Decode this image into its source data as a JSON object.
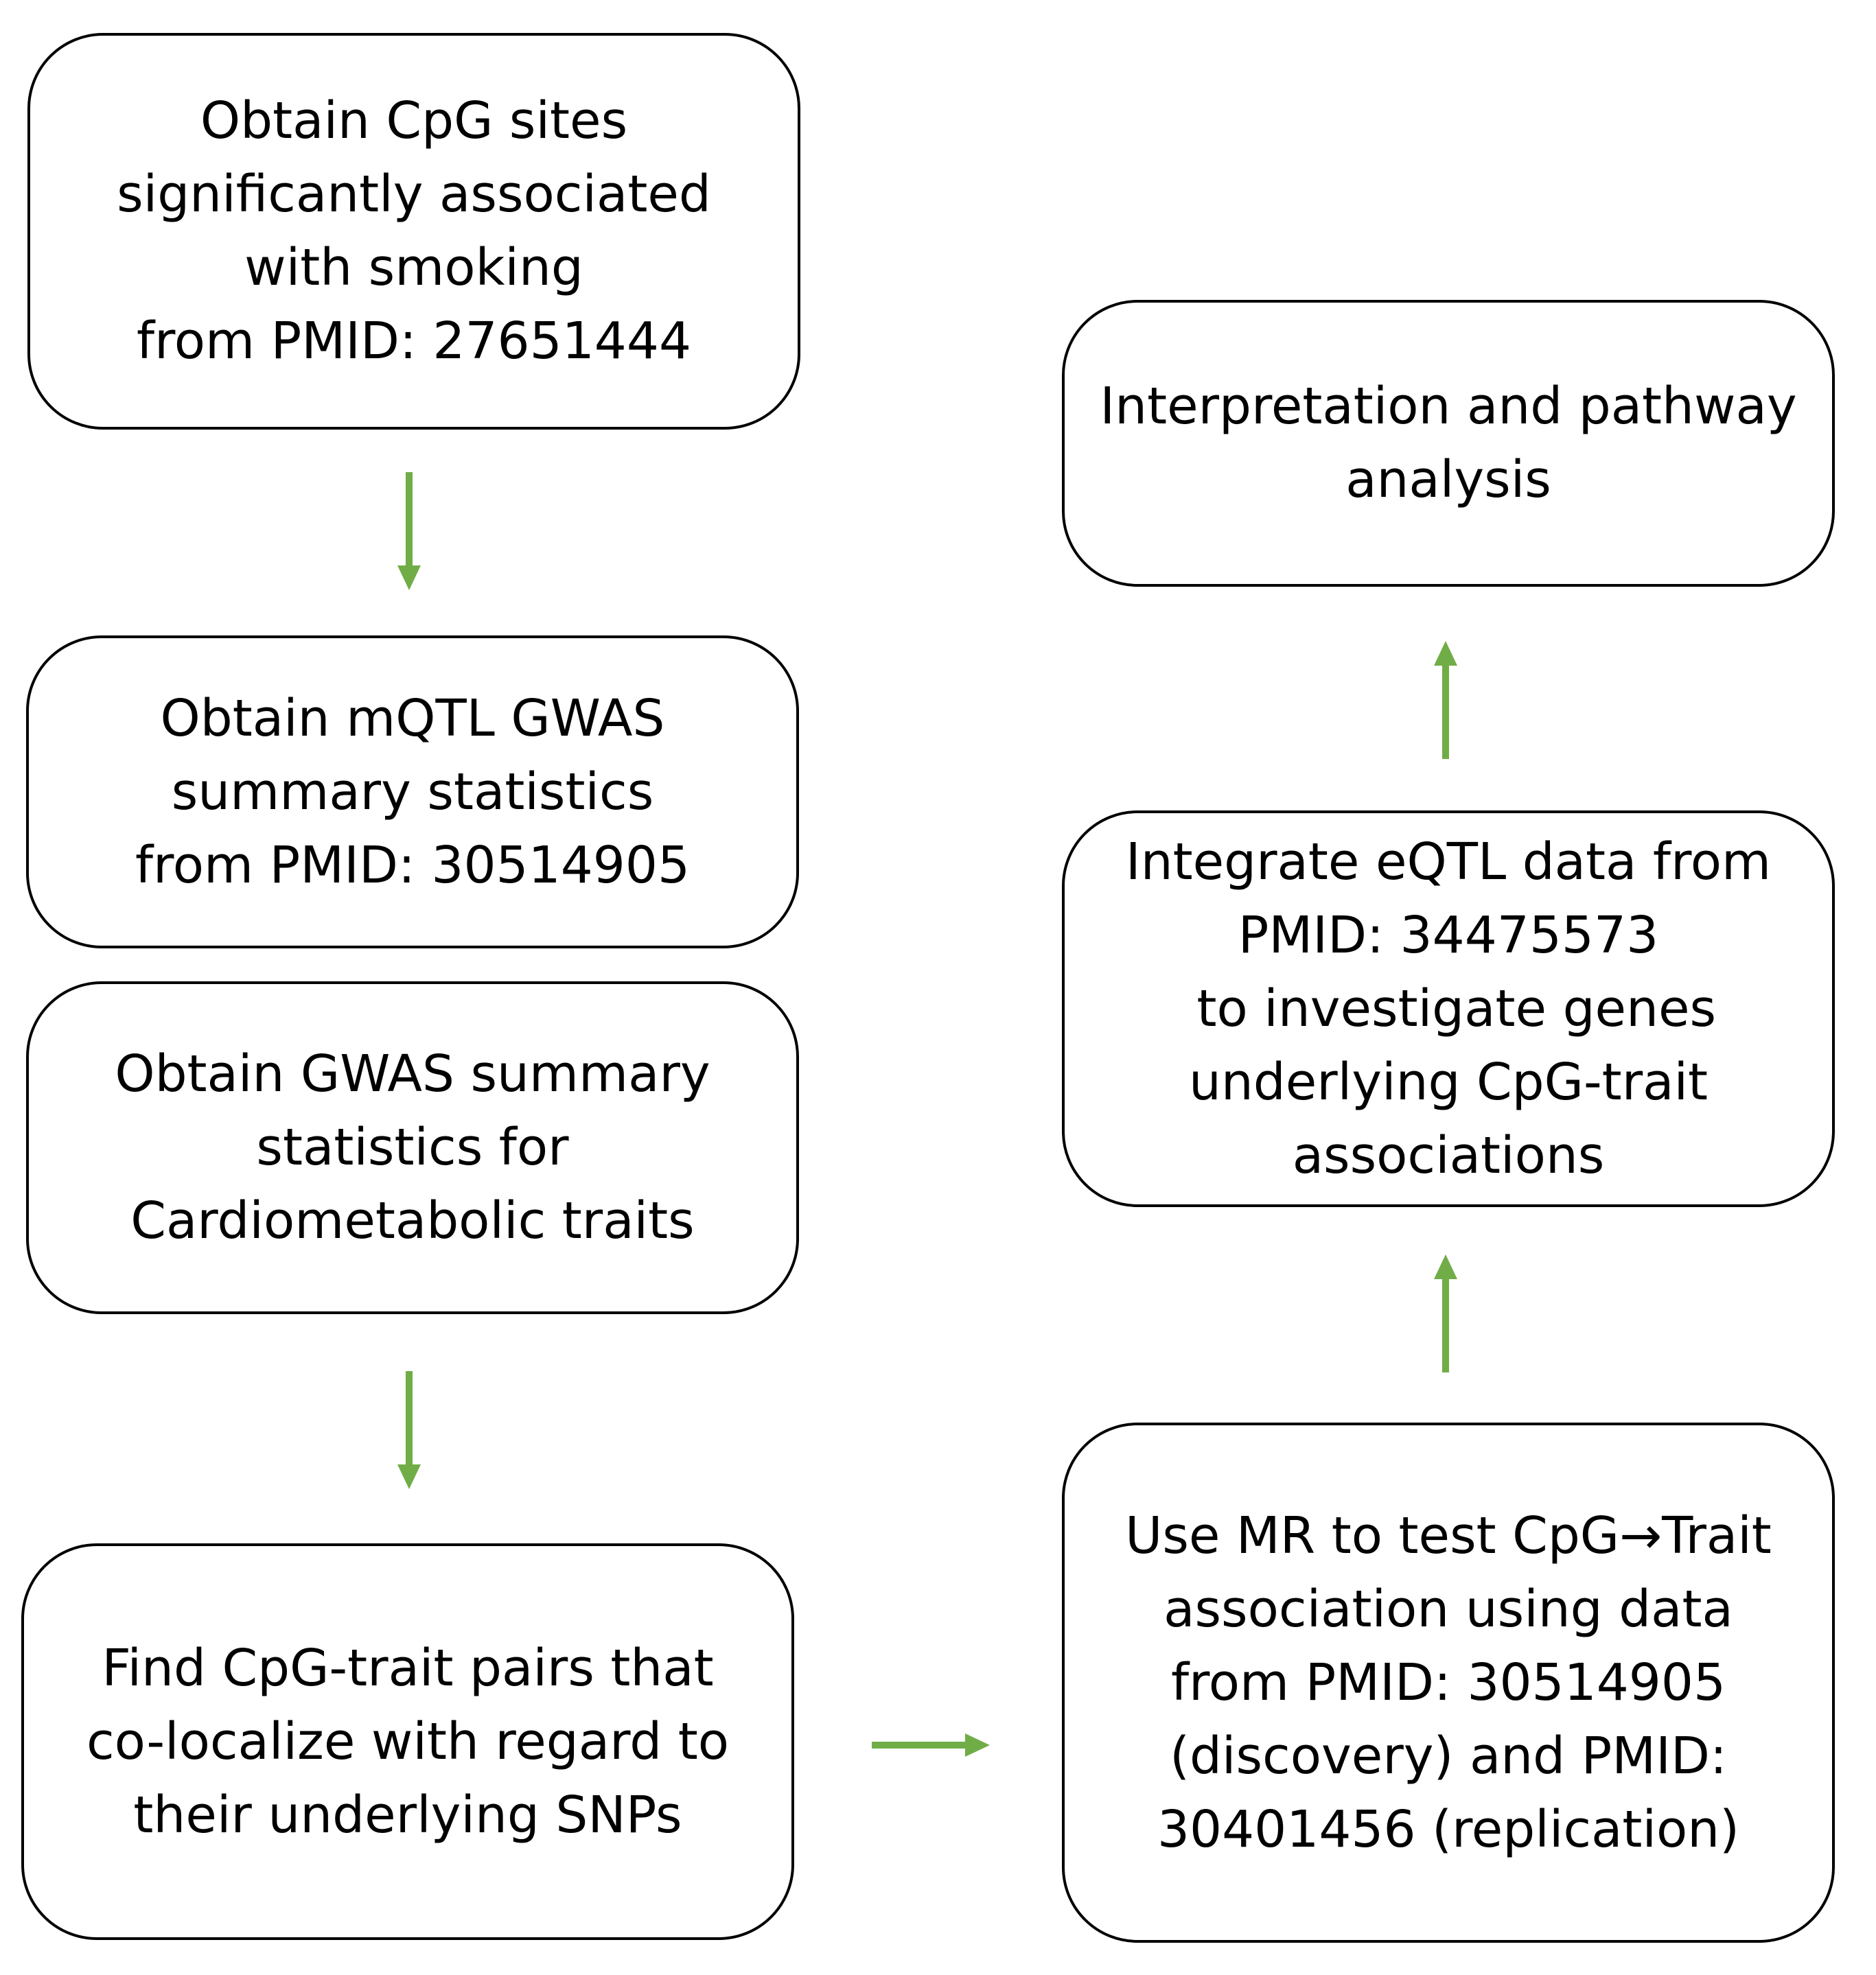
{
  "accent_color": "#70ad47",
  "boxes": [
    {
      "name": "box-obtain-cpg-sites",
      "lines": [
        "Obtain CpG sites",
        "significantly associated",
        "with smoking",
        "from PMID: 27651444"
      ]
    },
    {
      "name": "box-obtain-mqtl-gwas",
      "lines": [
        "Obtain mQTL GWAS",
        "summary statistics",
        "from PMID: 30514905"
      ]
    },
    {
      "name": "box-obtain-gwas-cardiometabolic",
      "lines": [
        "Obtain GWAS summary",
        "statistics for",
        "Cardiometabolic traits"
      ]
    },
    {
      "name": "box-find-colocalize-pairs",
      "lines": [
        "Find CpG-trait pairs that",
        "co-localize with regard to",
        "their underlying SNPs"
      ]
    },
    {
      "name": "box-use-mr-test",
      "lines": [
        "Use MR to test CpG→Trait",
        "association using data",
        "from PMID: 30514905",
        "(discovery) and PMID:",
        "30401456 (replication)"
      ]
    },
    {
      "name": "box-integrate-eqtl",
      "lines": [
        "Integrate eQTL data from",
        "PMID: 34475573",
        " to investigate genes",
        "underlying CpG-trait",
        "associations"
      ]
    },
    {
      "name": "box-interpretation-pathway",
      "lines": [
        "Interpretation and pathway",
        "analysis"
      ]
    }
  ],
  "arrows": [
    {
      "name": "arrow-cpg-to-mqtl",
      "direction": "down"
    },
    {
      "name": "arrow-gwas-to-find-pairs",
      "direction": "down"
    },
    {
      "name": "arrow-find-pairs-to-mr",
      "direction": "right"
    },
    {
      "name": "arrow-mr-to-eqtl",
      "direction": "up"
    },
    {
      "name": "arrow-eqtl-to-interpretation",
      "direction": "up"
    }
  ]
}
